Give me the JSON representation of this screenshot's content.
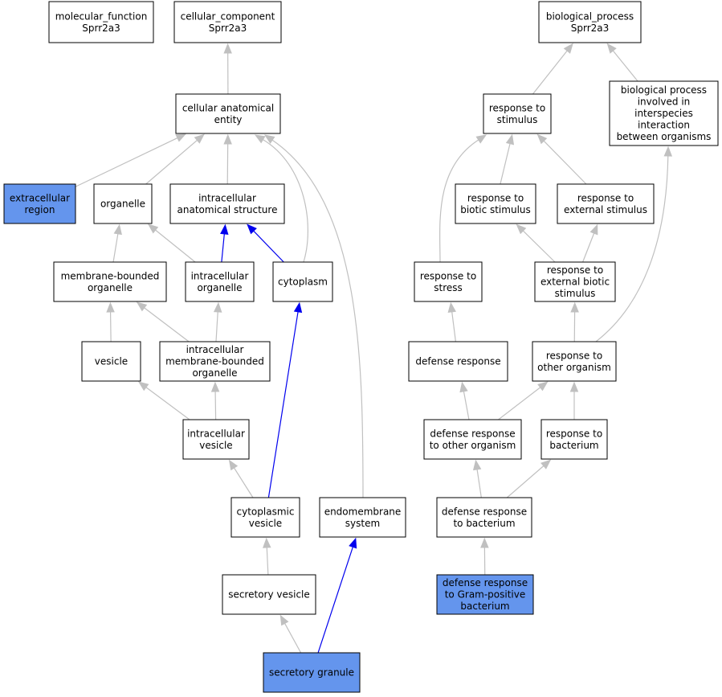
{
  "colors": {
    "node_fill": "#ffffff",
    "highlight_fill": "#6495ed",
    "edge_gray": "#c0c0c0",
    "edge_blue": "#0000ee"
  },
  "nodes": [
    {
      "id": "mf",
      "lines": [
        "molecular_function",
        "Sprr2a3"
      ],
      "highlight": false
    },
    {
      "id": "cc",
      "lines": [
        "cellular_component",
        "Sprr2a3"
      ],
      "highlight": false
    },
    {
      "id": "bp",
      "lines": [
        "biological_process",
        "Sprr2a3"
      ],
      "highlight": false
    },
    {
      "id": "cae",
      "lines": [
        "cellular anatomical",
        "entity"
      ],
      "highlight": false
    },
    {
      "id": "rts",
      "lines": [
        "response to",
        "stimulus"
      ],
      "highlight": false
    },
    {
      "id": "bpi",
      "lines": [
        "biological process",
        "involved in",
        "interspecies",
        "interaction",
        "between organisms"
      ],
      "highlight": false
    },
    {
      "id": "exr",
      "lines": [
        "extracellular",
        "region"
      ],
      "highlight": true
    },
    {
      "id": "org",
      "lines": [
        "organelle"
      ],
      "highlight": false
    },
    {
      "id": "ias",
      "lines": [
        "intracellular",
        "anatomical structure"
      ],
      "highlight": false
    },
    {
      "id": "rbs",
      "lines": [
        "response to",
        "biotic stimulus"
      ],
      "highlight": false
    },
    {
      "id": "res",
      "lines": [
        "response to",
        "external stimulus"
      ],
      "highlight": false
    },
    {
      "id": "mbo",
      "lines": [
        "membrane-bounded",
        "organelle"
      ],
      "highlight": false
    },
    {
      "id": "io",
      "lines": [
        "intracellular",
        "organelle"
      ],
      "highlight": false
    },
    {
      "id": "cyt",
      "lines": [
        "cytoplasm"
      ],
      "highlight": false
    },
    {
      "id": "rst",
      "lines": [
        "response to",
        "stress"
      ],
      "highlight": false
    },
    {
      "id": "rebs",
      "lines": [
        "response to",
        "external biotic",
        "stimulus"
      ],
      "highlight": false
    },
    {
      "id": "ves",
      "lines": [
        "vesicle"
      ],
      "highlight": false
    },
    {
      "id": "imbo",
      "lines": [
        "intracellular",
        "membrane-bounded",
        "organelle"
      ],
      "highlight": false
    },
    {
      "id": "dr",
      "lines": [
        "defense response"
      ],
      "highlight": false
    },
    {
      "id": "roo",
      "lines": [
        "response to",
        "other organism"
      ],
      "highlight": false
    },
    {
      "id": "iv",
      "lines": [
        "intracellular",
        "vesicle"
      ],
      "highlight": false
    },
    {
      "id": "droo",
      "lines": [
        "defense response",
        "to other organism"
      ],
      "highlight": false
    },
    {
      "id": "rtb",
      "lines": [
        "response to",
        "bacterium"
      ],
      "highlight": false
    },
    {
      "id": "cv",
      "lines": [
        "cytoplasmic",
        "vesicle"
      ],
      "highlight": false
    },
    {
      "id": "ems",
      "lines": [
        "endomembrane",
        "system"
      ],
      "highlight": false
    },
    {
      "id": "drb",
      "lines": [
        "defense response",
        "to bacterium"
      ],
      "highlight": false
    },
    {
      "id": "sv",
      "lines": [
        "secretory vesicle"
      ],
      "highlight": false
    },
    {
      "id": "drgp",
      "lines": [
        "defense response",
        "to Gram-positive",
        "bacterium"
      ],
      "highlight": true
    },
    {
      "id": "sg",
      "lines": [
        "secretory granule"
      ],
      "highlight": true
    }
  ],
  "edges": [
    {
      "from": "cae",
      "to": "cc",
      "color": "gray"
    },
    {
      "from": "exr",
      "to": "cae",
      "color": "gray"
    },
    {
      "from": "org",
      "to": "cae",
      "color": "gray"
    },
    {
      "from": "ias",
      "to": "cae",
      "color": "gray"
    },
    {
      "from": "cyt",
      "to": "cae",
      "color": "gray"
    },
    {
      "from": "ems",
      "to": "cae",
      "color": "gray"
    },
    {
      "from": "mbo",
      "to": "org",
      "color": "gray"
    },
    {
      "from": "io",
      "to": "org",
      "color": "gray"
    },
    {
      "from": "io",
      "to": "ias",
      "color": "blue"
    },
    {
      "from": "cyt",
      "to": "ias",
      "color": "blue"
    },
    {
      "from": "ves",
      "to": "mbo",
      "color": "gray"
    },
    {
      "from": "imbo",
      "to": "mbo",
      "color": "gray"
    },
    {
      "from": "imbo",
      "to": "io",
      "color": "gray"
    },
    {
      "from": "iv",
      "to": "ves",
      "color": "gray"
    },
    {
      "from": "iv",
      "to": "imbo",
      "color": "gray"
    },
    {
      "from": "cv",
      "to": "iv",
      "color": "gray"
    },
    {
      "from": "cv",
      "to": "cyt",
      "color": "blue"
    },
    {
      "from": "sv",
      "to": "cv",
      "color": "gray"
    },
    {
      "from": "sg",
      "to": "sv",
      "color": "gray"
    },
    {
      "from": "sg",
      "to": "ems",
      "color": "blue"
    },
    {
      "from": "rts",
      "to": "bp",
      "color": "gray"
    },
    {
      "from": "bpi",
      "to": "bp",
      "color": "gray"
    },
    {
      "from": "rbs",
      "to": "rts",
      "color": "gray"
    },
    {
      "from": "res",
      "to": "rts",
      "color": "gray"
    },
    {
      "from": "rst",
      "to": "rts",
      "color": "gray"
    },
    {
      "from": "rebs",
      "to": "rbs",
      "color": "gray"
    },
    {
      "from": "rebs",
      "to": "res",
      "color": "gray"
    },
    {
      "from": "dr",
      "to": "rst",
      "color": "gray"
    },
    {
      "from": "roo",
      "to": "rebs",
      "color": "gray"
    },
    {
      "from": "roo",
      "to": "bpi",
      "color": "gray"
    },
    {
      "from": "droo",
      "to": "dr",
      "color": "gray"
    },
    {
      "from": "droo",
      "to": "roo",
      "color": "gray"
    },
    {
      "from": "rtb",
      "to": "roo",
      "color": "gray"
    },
    {
      "from": "drb",
      "to": "droo",
      "color": "gray"
    },
    {
      "from": "drb",
      "to": "rtb",
      "color": "gray"
    },
    {
      "from": "drgp",
      "to": "drb",
      "color": "gray"
    }
  ]
}
